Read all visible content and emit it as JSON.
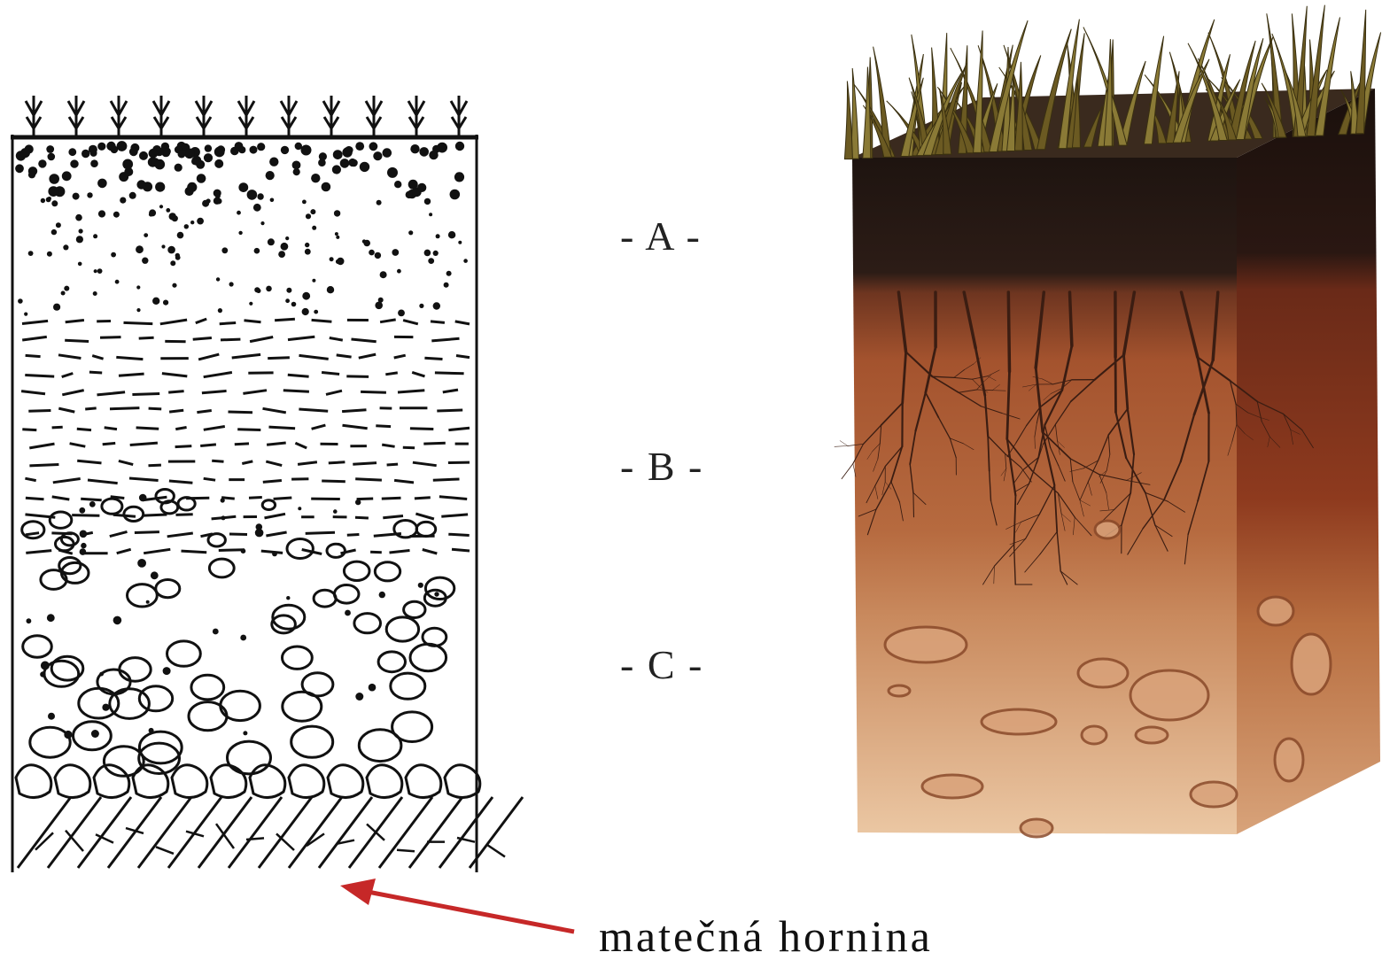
{
  "horizon_labels": [
    {
      "id": "A",
      "text": "- A -"
    },
    {
      "id": "B",
      "text": "- B -"
    },
    {
      "id": "C",
      "text": "- C -"
    }
  ],
  "caption": "matečná hornina",
  "colors": {
    "arrow": "#c62828",
    "ink": "#111111",
    "topsoil": "#2a1a14",
    "subsoil": "#a4532e",
    "subsoil_dark": "#7a2f1a",
    "parent_material": "#e2b28a",
    "grass": "#7a6a2a"
  }
}
